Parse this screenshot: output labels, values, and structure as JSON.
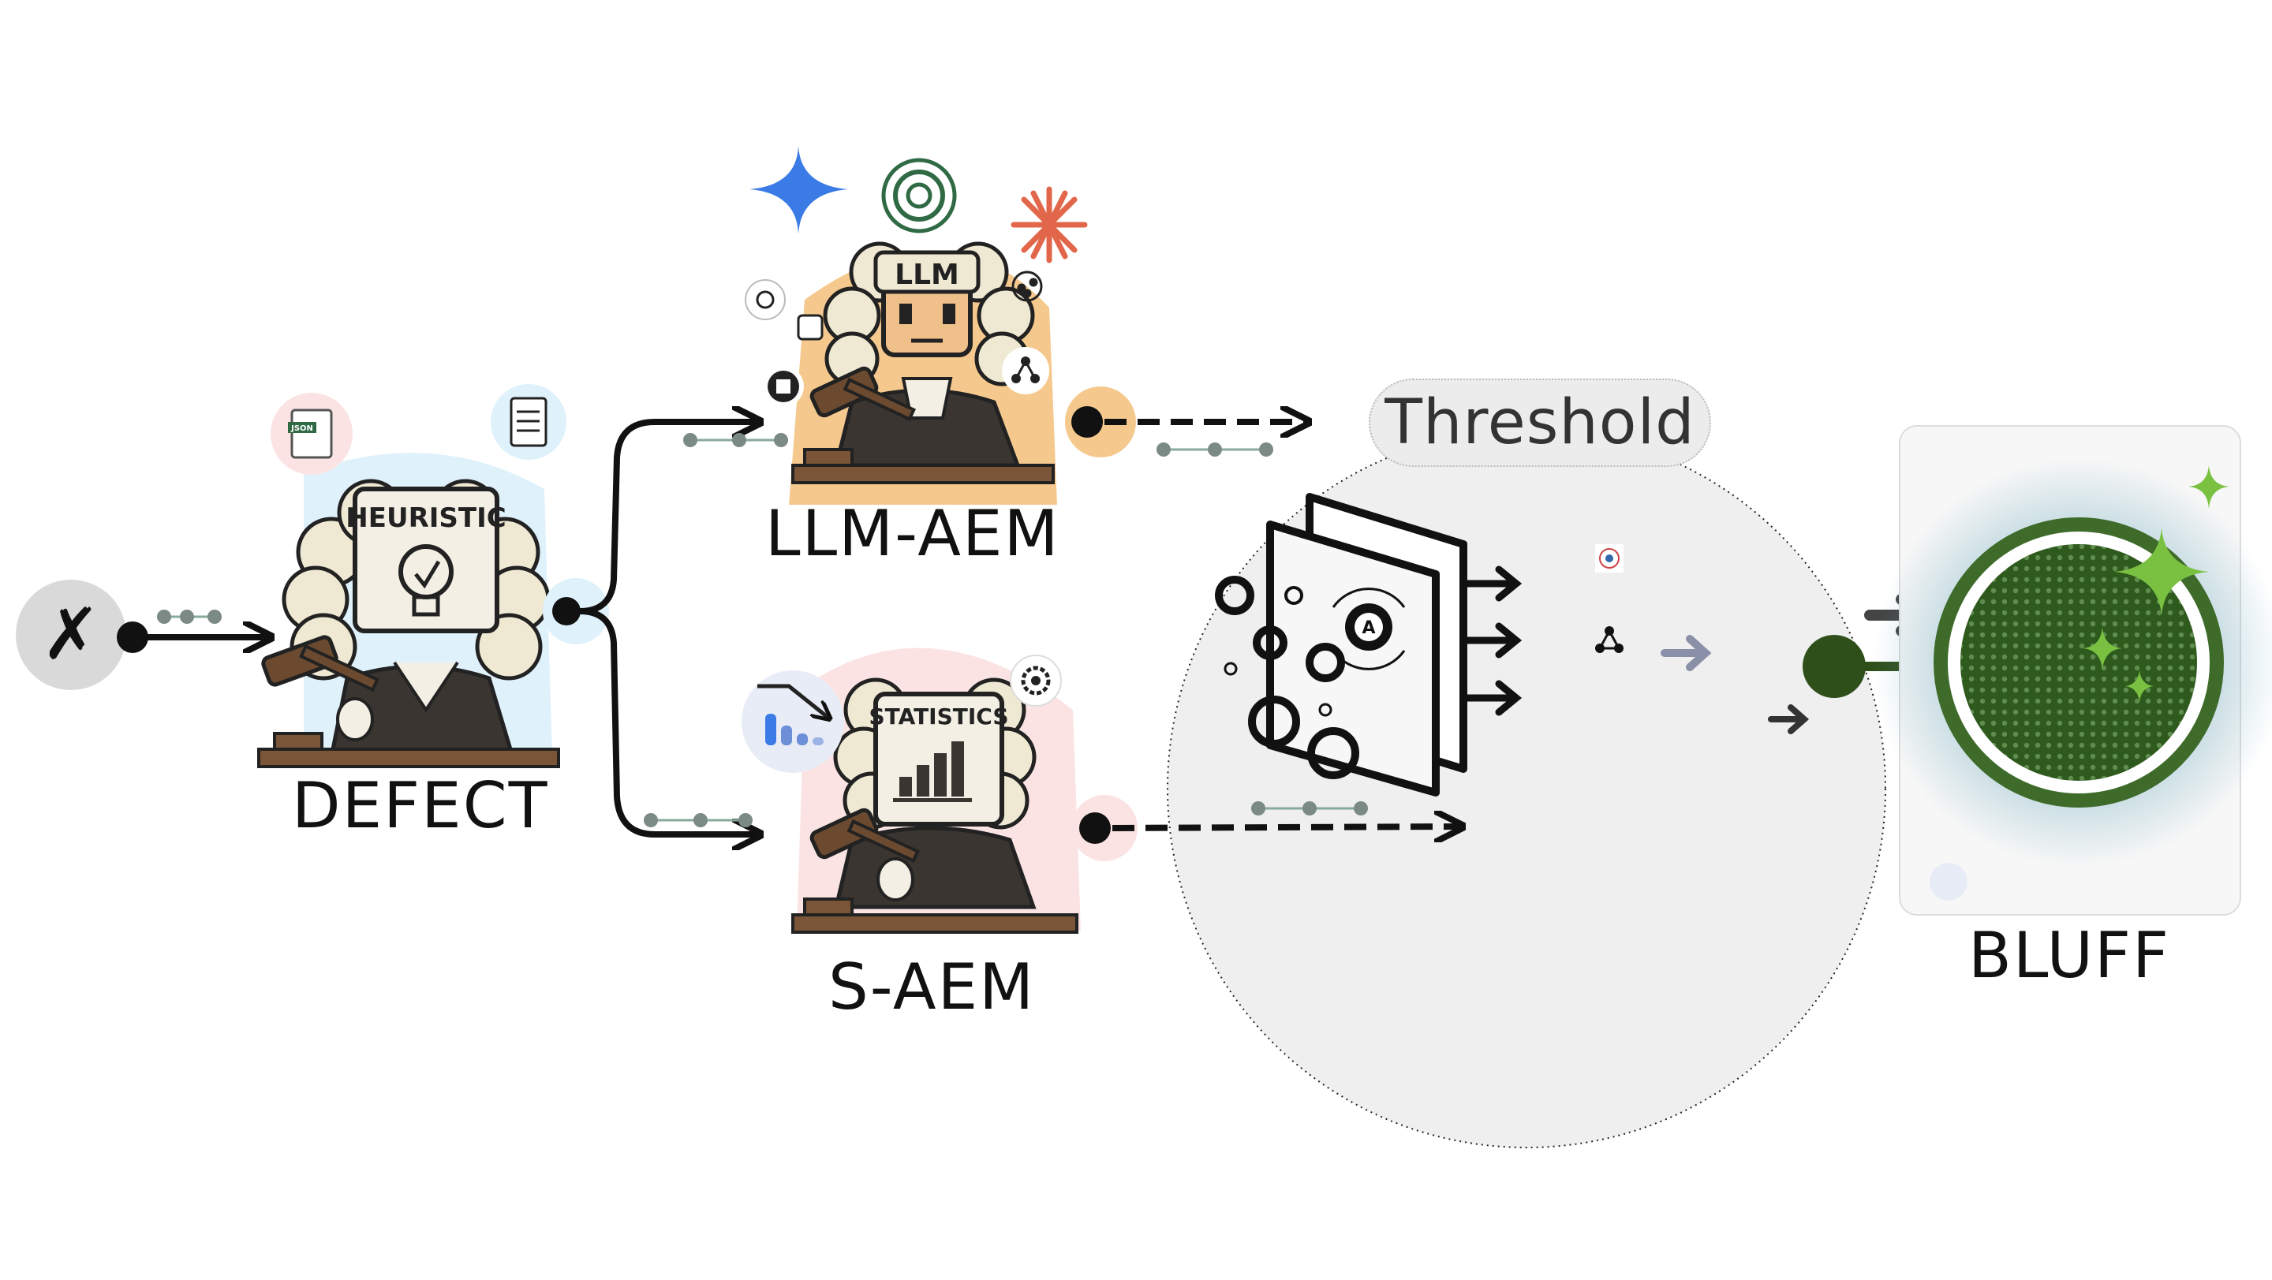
{
  "nodes": {
    "input": {
      "glyph": "✗"
    },
    "defect": {
      "label": "DEFECT",
      "plate": "HEURISTIC"
    },
    "llm_aem": {
      "label": "LLM-AEM",
      "plate": "LLM"
    },
    "s_aem": {
      "label": "S-AEM",
      "plate": "STATISTICS"
    },
    "threshold": {
      "label": "Threshold"
    },
    "bluff": {
      "label": "BLUFF"
    }
  },
  "icons": [
    "json-file-icon",
    "document-icon",
    "gemini-icon",
    "openai-icon",
    "claude-icon",
    "network-icon",
    "chart-down-icon",
    "gear-icon"
  ],
  "colors": {
    "edge": "#111111",
    "bluff_green": "#3e6b2a",
    "sparkle": "#7ac142",
    "llm_bg": "#f5c98e",
    "stat_bg": "#fbe3e3",
    "defect_bg": "#dff1fb",
    "threshold_bg": "#efefef"
  }
}
